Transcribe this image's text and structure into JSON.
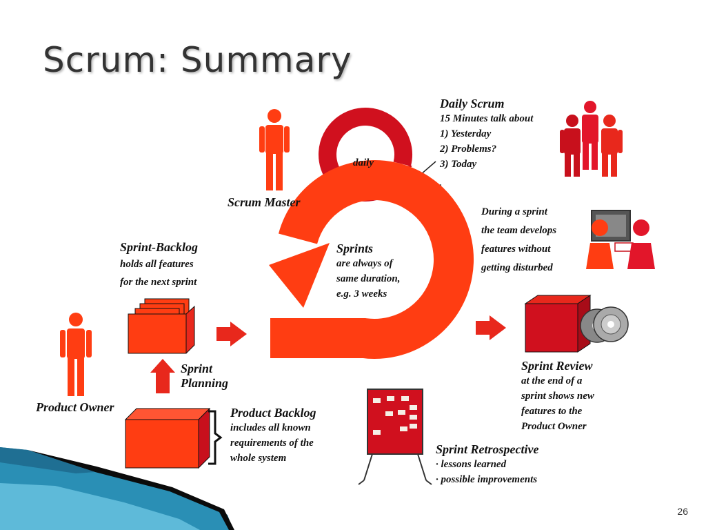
{
  "slide": {
    "title": "Scrum: Summary",
    "page_number": "26"
  },
  "diagram": {
    "daily_scrum": {
      "title": "Daily Scrum",
      "lines": [
        "15 Minutes talk about",
        "1) Yesterday",
        "2) Problems?",
        "3) Today"
      ]
    },
    "daily_loop_label": "daily",
    "scrum_master": "Scrum Master",
    "sprints": {
      "title": "Sprints",
      "lines": [
        "are always of",
        "same duration,",
        "e.g. 3 weeks"
      ]
    },
    "during_sprint": {
      "lines": [
        "During a sprint",
        "the team develops",
        "features without",
        "getting disturbed"
      ]
    },
    "sprint_backlog": {
      "title": "Sprint-Backlog",
      "lines": [
        "holds all features",
        "for the next sprint"
      ]
    },
    "sprint_planning": [
      "Sprint",
      "Planning"
    ],
    "product_owner": "Product Owner",
    "product_backlog": {
      "title": "Product Backlog",
      "lines": [
        "includes all known",
        "requirements of the",
        "whole system"
      ]
    },
    "sprint_review": {
      "title": "Sprint Review",
      "lines": [
        "at the end of a",
        "sprint shows new",
        "features to the",
        "Product Owner"
      ]
    },
    "sprint_retrospective": {
      "title": "Sprint Retrospective",
      "lines": [
        "· lessons learned",
        "· possible improvements"
      ]
    },
    "colors": {
      "primary_red": "#ff3d12",
      "dark_red": "#d0101e",
      "box_red": "#e8281c",
      "teal": "#2a8fb5"
    }
  }
}
